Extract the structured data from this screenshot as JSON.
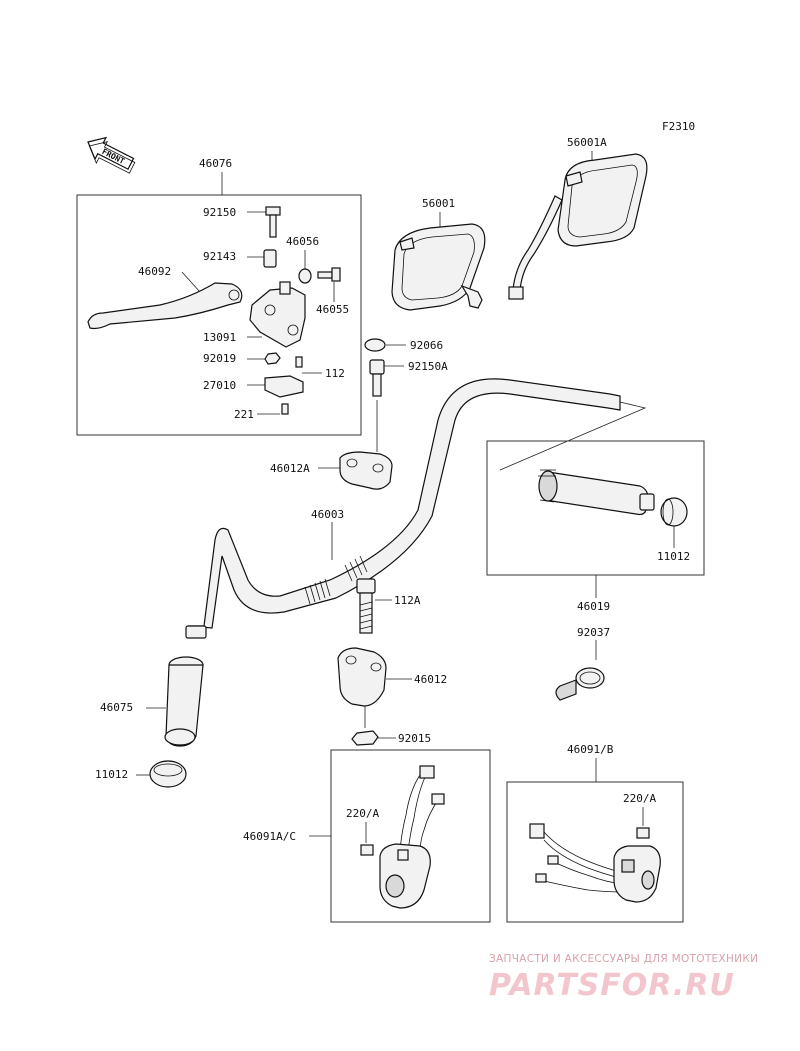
{
  "figure_code": "F2310",
  "front_label": "FRONT",
  "parts": {
    "p46076": "46076",
    "p92150": "92150",
    "p92143": "92143",
    "p46056": "46056",
    "p46092": "46092",
    "p46055": "46055",
    "p13091": "13091",
    "p92019": "92019",
    "p112": "112",
    "p27010": "27010",
    "p221": "221",
    "p56001": "56001",
    "p56001A": "56001A",
    "p92066": "92066",
    "p92150A": "92150A",
    "p46012A": "46012A",
    "p46003": "46003",
    "p11012_right": "11012",
    "p46019": "46019",
    "p112A": "112A",
    "p92037": "92037",
    "p46012": "46012",
    "p46075": "46075",
    "p92015": "92015",
    "p11012_left": "11012",
    "p46091B": "46091/B",
    "p220A_left": "220/A",
    "p46091AC": "46091A/C",
    "p220A_right": "220/A"
  },
  "watermark": {
    "line1": "ЗАПЧАСТИ И АКСЕССУАРЫ ДЛЯ МОТОТЕХНИКИ",
    "line2": "PARTSFOR.RU"
  },
  "colors": {
    "line": "#111111",
    "part_fill": "#f2f2f2",
    "watermark": "#e8a9b2"
  }
}
